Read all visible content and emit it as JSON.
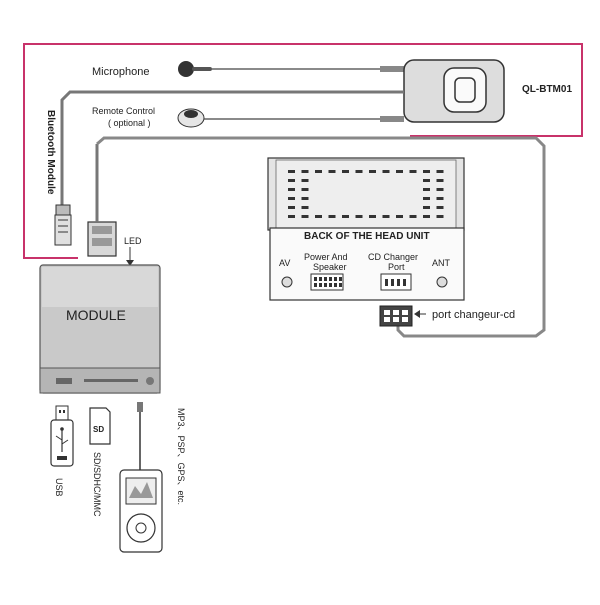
{
  "diagram": {
    "labels": {
      "microphone": "Microphone",
      "remote_line1": "Remote Control",
      "remote_line2": "( optional )",
      "bt_box": "QL-BTM01",
      "bt_module_vertical": "Bluetooth Module",
      "led": "LED",
      "module": "MODULE",
      "head_unit_title": "BACK OF THE HEAD UNIT",
      "av": "AV",
      "power_line1": "Power And",
      "power_line2": "Speaker",
      "cd_line1": "CD Changer",
      "cd_line2": "Port",
      "ant": "ANT",
      "port_changeur": "port changeur-cd",
      "usb": "USB",
      "sd": "SD/SDHC/MMC",
      "mp3": "MP3、PSP、GPS、etc."
    },
    "colors": {
      "frame": "#c8326a",
      "line": "#444444",
      "module_body": "#c9c9c9",
      "bt_box": "#dddddd"
    },
    "icons": [
      "microphone-icon",
      "remote-button-icon",
      "bluetooth-box-icon",
      "usb-stick-icon",
      "sd-card-icon",
      "mp3-player-icon",
      "connector-icon"
    ]
  }
}
